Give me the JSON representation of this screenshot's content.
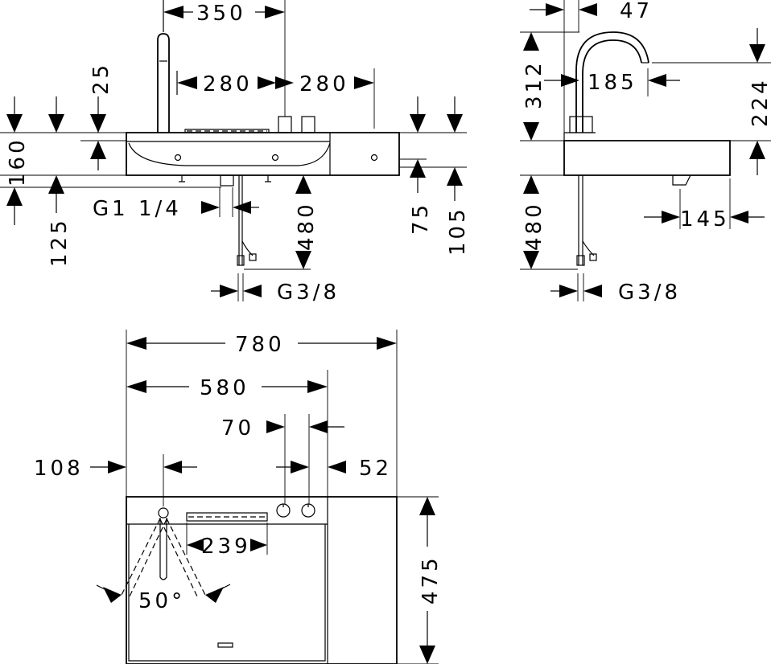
{
  "front_view": {
    "d350": "350",
    "d280_left": "280",
    "d280_right": "280",
    "d25": "25",
    "d160": "160",
    "d125": "125",
    "thread_top": "G1 1/4",
    "d480": "480",
    "d75": "75",
    "d105": "105",
    "thread_bottom": "G3/8"
  },
  "side_view": {
    "d47": "47",
    "d312": "312",
    "d185": "185",
    "d224": "224",
    "d480": "480",
    "d145": "145",
    "thread": "G3/8"
  },
  "top_view": {
    "d780": "780",
    "d580": "580",
    "d70": "70",
    "d108": "108",
    "d52": "52",
    "d239": "239",
    "d475": "475",
    "angle": "50°"
  }
}
